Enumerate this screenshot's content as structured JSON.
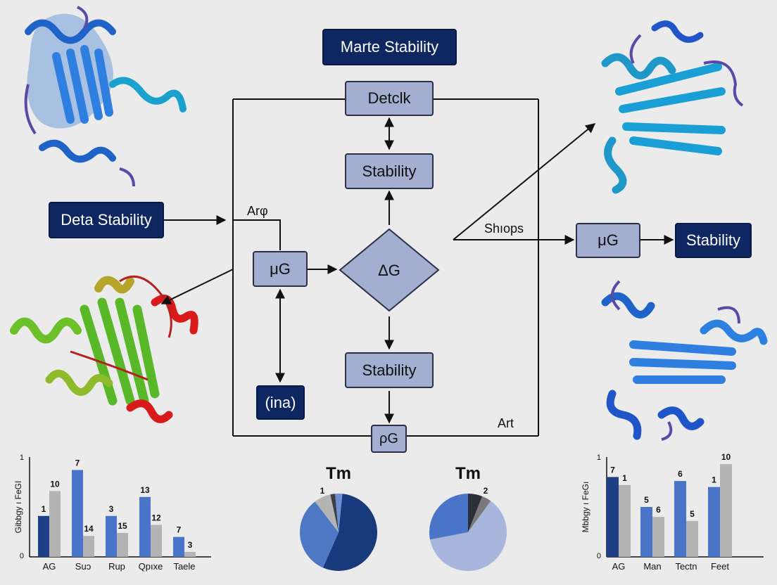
{
  "diagram": {
    "title": "Marte Stability",
    "nodes": {
      "top": "Detclk",
      "stability_upper": "Stability",
      "delta": "ΔG",
      "stability_lower": "Stability",
      "bottom": "ρG",
      "left_mu": "μG",
      "ina": "(ina)",
      "right_mu": "μG",
      "right_stability": "Stability",
      "input": "Deta Stability"
    },
    "labels": {
      "arphi": "Arφ",
      "shops": "Shıops",
      "art": "Art"
    }
  },
  "chart_data": [
    {
      "type": "bar",
      "ylabel": "Gibbgy ı FeGI",
      "yticks": [
        "1",
        "0"
      ],
      "categories": [
        "AG",
        "Suɔ",
        "Rup",
        "Qpıxe",
        "Taele"
      ],
      "series": [
        {
          "color": "#1f3f86",
          "values": [
            1
          ]
        },
        {
          "color": "#4a74c8",
          "values": [
            null,
            7,
            3,
            13,
            7
          ]
        },
        {
          "color": "#b4b4b4",
          "values": [
            10,
            14,
            15,
            12,
            3
          ]
        }
      ],
      "bars": [
        {
          "cat": "AG",
          "value": 1,
          "color": "#1f3f86",
          "h": 0.41
        },
        {
          "cat": "AG",
          "value": 10,
          "color": "#b4b4b4",
          "h": 0.66
        },
        {
          "cat": "Suɔ",
          "value": 7,
          "color": "#4a74c8",
          "h": 0.87
        },
        {
          "cat": "Suɔ",
          "value": 14,
          "color": "#b4b4b4",
          "h": 0.21
        },
        {
          "cat": "Rup",
          "value": 3,
          "color": "#4a74c8",
          "h": 0.41
        },
        {
          "cat": "Rup",
          "value": 15,
          "color": "#b4b4b4",
          "h": 0.24
        },
        {
          "cat": "Qpıxe",
          "value": 13,
          "color": "#4a74c8",
          "h": 0.6
        },
        {
          "cat": "Qpıxe",
          "value": 12,
          "color": "#b4b4b4",
          "h": 0.32
        },
        {
          "cat": "Taele",
          "value": 7,
          "color": "#4a74c8",
          "h": 0.2
        },
        {
          "cat": "Taele",
          "value": 3,
          "color": "#b4b4b4",
          "h": 0.05
        }
      ]
    },
    {
      "type": "pie",
      "title": "Tm",
      "slice_label": "1",
      "slices": [
        {
          "value": 0.55,
          "color": "#163a7c"
        },
        {
          "value": 0.33,
          "color": "#4f78c4"
        },
        {
          "value": 0.07,
          "color": "#b4b4b4"
        },
        {
          "value": 0.02,
          "color": "#3b3f48"
        },
        {
          "value": 0.03,
          "color": "#6d8ed4"
        }
      ]
    },
    {
      "type": "pie",
      "title": "Tm",
      "slice_label": "2",
      "slices": [
        {
          "value": 0.06,
          "color": "#2b2f38"
        },
        {
          "value": 0.04,
          "color": "#7a7a7a"
        },
        {
          "value": 0.62,
          "color": "#a8b6de"
        },
        {
          "value": 0.28,
          "color": "#4a74c8"
        }
      ]
    },
    {
      "type": "bar",
      "ylabel": "Mbbgy ı FeGı",
      "yticks": [
        "1",
        "0"
      ],
      "categories": [
        "AG",
        "Man",
        "Tectn",
        "Feet"
      ],
      "bars": [
        {
          "cat": "AG",
          "value": 7,
          "color": "#1f3f86",
          "h": 0.8
        },
        {
          "cat": "AG",
          "value": 1,
          "color": "#b4b4b4",
          "h": 0.72
        },
        {
          "cat": "Man",
          "value": 5,
          "color": "#4a74c8",
          "h": 0.5
        },
        {
          "cat": "Man",
          "value": 6,
          "color": "#b4b4b4",
          "h": 0.4
        },
        {
          "cat": "Tectn",
          "value": 6,
          "color": "#4a74c8",
          "h": 0.76
        },
        {
          "cat": "Tectn",
          "value": 5,
          "color": "#b4b4b4",
          "h": 0.36
        },
        {
          "cat": "Feet",
          "value": 1,
          "color": "#4a74c8",
          "h": 0.7
        },
        {
          "cat": "Feet",
          "value": 10,
          "color": "#b4b4b4",
          "h": 0.93
        }
      ]
    }
  ]
}
